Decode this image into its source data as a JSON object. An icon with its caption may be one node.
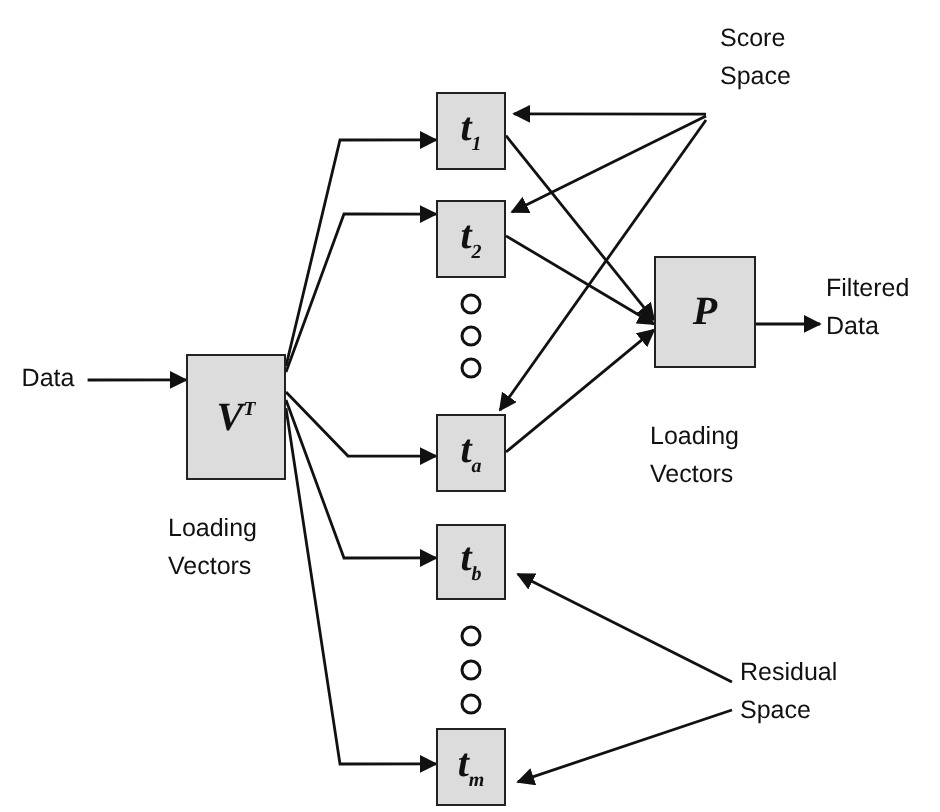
{
  "diagram": {
    "nodes": [
      {
        "text": [
          "Data"
        ]
      },
      {
        "text": [
          "V$^{T}$"
        ],
        "beside": [
          "Loading Vectors"
        ]
      },
      {
        "text": [
          "t$_{1}$"
        ]
      },
      {
        "text": [
          "t$_{2}$"
        ]
      },
      {
        "text": [
          "t$_{a}$"
        ]
      },
      {
        "text": [
          "t$_{b}$"
        ]
      },
      {
        "text": [
          "t$_{m}$"
        ]
      },
      {
        "text": [
          "P"
        ],
        "beside": [
          "Loading Vectors"
        ]
      },
      {
        "text": [
          "Filtered Data"
        ]
      },
      {
        "text": [
          "Score Space"
        ]
      },
      {
        "text": [
          "Residual Space"
        ]
      }
    ],
    "edges": [
      {
        "from": 0,
        "to": 1,
        "arrow": "to"
      },
      {
        "from": 1,
        "to": 2,
        "arrow": "to"
      },
      {
        "from": 1,
        "to": 3,
        "arrow": "to"
      },
      {
        "from": 1,
        "to": 4,
        "arrow": "to"
      },
      {
        "from": 1,
        "to": 5,
        "arrow": "to"
      },
      {
        "from": 1,
        "to": 6,
        "arrow": "to"
      },
      {
        "from": 2,
        "to": 7,
        "arrow": "to"
      },
      {
        "from": 3,
        "to": 7,
        "arrow": "to"
      },
      {
        "from": 4,
        "to": 7,
        "arrow": "to"
      },
      {
        "from": 7,
        "to": 8,
        "arrow": "to"
      },
      {
        "from": 9,
        "to": 2,
        "arrow": "to"
      },
      {
        "from": 9,
        "to": 3,
        "arrow": "to"
      },
      {
        "from": 9,
        "to": 4,
        "arrow": "to"
      },
      {
        "from": 10,
        "to": 5,
        "arrow": "to"
      },
      {
        "from": 10,
        "to": 6,
        "arrow": "to"
      }
    ]
  }
}
